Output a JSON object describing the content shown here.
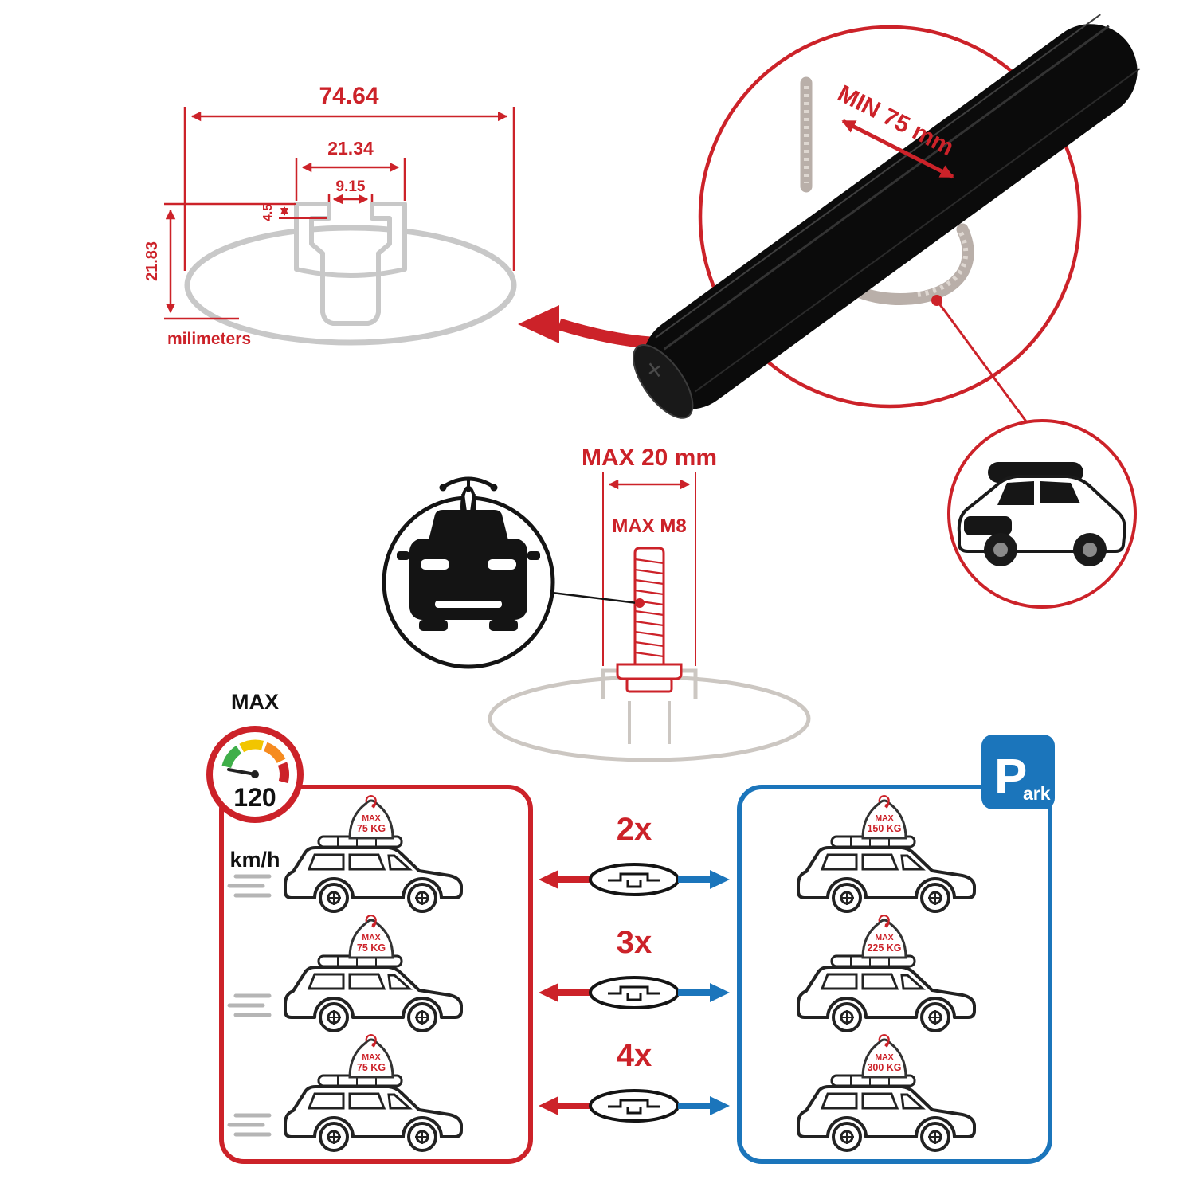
{
  "colors": {
    "accent_red": "#cc2229",
    "accent_blue": "#1b75bb",
    "line_gray": "#c8c8c8",
    "ink": "#111111",
    "gauge_green": "#3faf49",
    "gauge_yellow": "#f2c500",
    "gauge_orange": "#f68b1f",
    "gauge_red": "#cc2229"
  },
  "profile_diagram": {
    "dim_total_width": "74.64",
    "dim_channel_outer": "21.34",
    "dim_channel_opening": "9.15",
    "dim_lip_depth": "4.5",
    "dim_total_height": "21.83",
    "units_label": "milimeters"
  },
  "bar_detail": {
    "min_span_label": "MIN 75 mm"
  },
  "bolt_detail": {
    "max_width_label": "MAX 20 mm",
    "max_thread_label": "MAX M8"
  },
  "speed_limit": {
    "heading": "MAX",
    "value": "120",
    "units": "km/h"
  },
  "driving_panel": {
    "cars": [
      {
        "max_label": "MAX",
        "load_label": "75 KG"
      },
      {
        "max_label": "MAX",
        "load_label": "75 KG"
      },
      {
        "max_label": "MAX",
        "load_label": "75 KG"
      }
    ]
  },
  "bar_counts": [
    {
      "label": "2x"
    },
    {
      "label": "3x"
    },
    {
      "label": "4x"
    }
  ],
  "parking_panel": {
    "sign_p": "P",
    "sign_ark": "ark",
    "cars": [
      {
        "max_label": "MAX",
        "load_label": "150 KG"
      },
      {
        "max_label": "MAX",
        "load_label": "225 KG"
      },
      {
        "max_label": "MAX",
        "load_label": "300 KG"
      }
    ]
  }
}
